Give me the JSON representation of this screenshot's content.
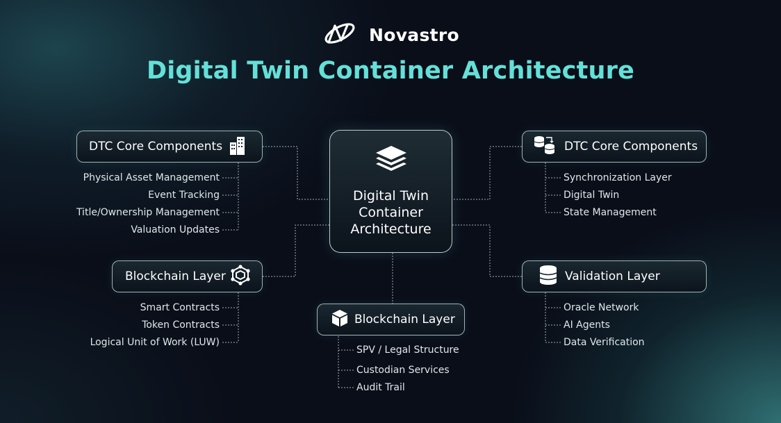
{
  "brand": {
    "name": "Novastro"
  },
  "title": "Digital Twin Container Architecture",
  "center": {
    "label": "Digital Twin Container Architecture",
    "icon": "layers-icon"
  },
  "groups": {
    "top_left": {
      "label": "DTC Core Components",
      "icon": "buildings-icon",
      "items": [
        "Physical Asset Management",
        "Event Tracking",
        "Title/Ownership Management",
        "Valuation Updates"
      ]
    },
    "top_right": {
      "label": "DTC Core Components",
      "icon": "database-transfer-icon",
      "items": [
        "Synchronization Layer",
        "Digital Twin",
        "State Management"
      ]
    },
    "middle_left": {
      "label": "Blockchain Layer",
      "icon": "network-cube-icon",
      "items": [
        "Smart Contracts",
        "Token Contracts",
        "Logical Unit of Work (LUW)"
      ]
    },
    "middle_right": {
      "label": "Validation Layer",
      "icon": "database-icon",
      "items": [
        "Oracle Network",
        "AI Agents",
        "Data Verification"
      ]
    },
    "bottom": {
      "label": "Blockchain Layer",
      "icon": "cube-icon",
      "items": [
        "SPV / Legal Structure",
        "Custodian Services",
        "Audit Trail"
      ]
    }
  },
  "colors": {
    "accent": "#64e0d8",
    "background": "#0a0e19",
    "border": "#d2e6e8"
  }
}
